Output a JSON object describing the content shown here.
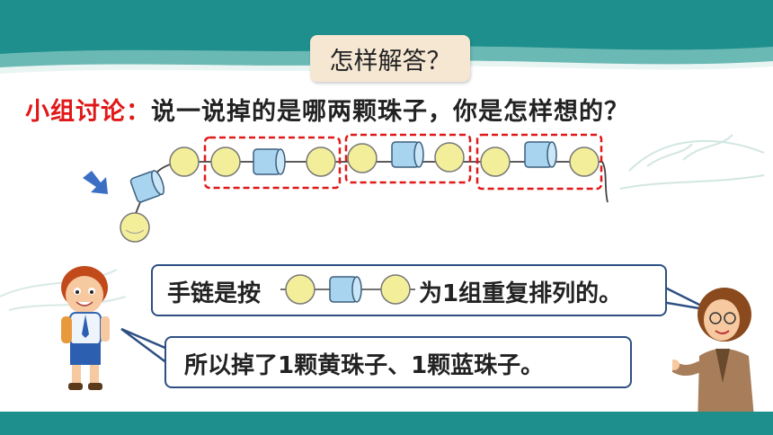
{
  "title": "怎样解答？",
  "prompt": {
    "label": "小组讨论：",
    "question": "说一说掉的是哪两颗珠子，你是怎样想的？"
  },
  "bubble1": {
    "before": "手链是按",
    "after": "为1组重复排列的。"
  },
  "bubble2": {
    "text": "所以掉了1颗黄珠子、1颗蓝珠子。"
  },
  "colors": {
    "header_teal": "#1e8f8d",
    "yellow_bead": "#f3ee9a",
    "blue_bead": "#a8d4f0",
    "group_border": "#e01818",
    "bubble_border": "#2e4f82",
    "title_bg": "#f6e7d3"
  }
}
